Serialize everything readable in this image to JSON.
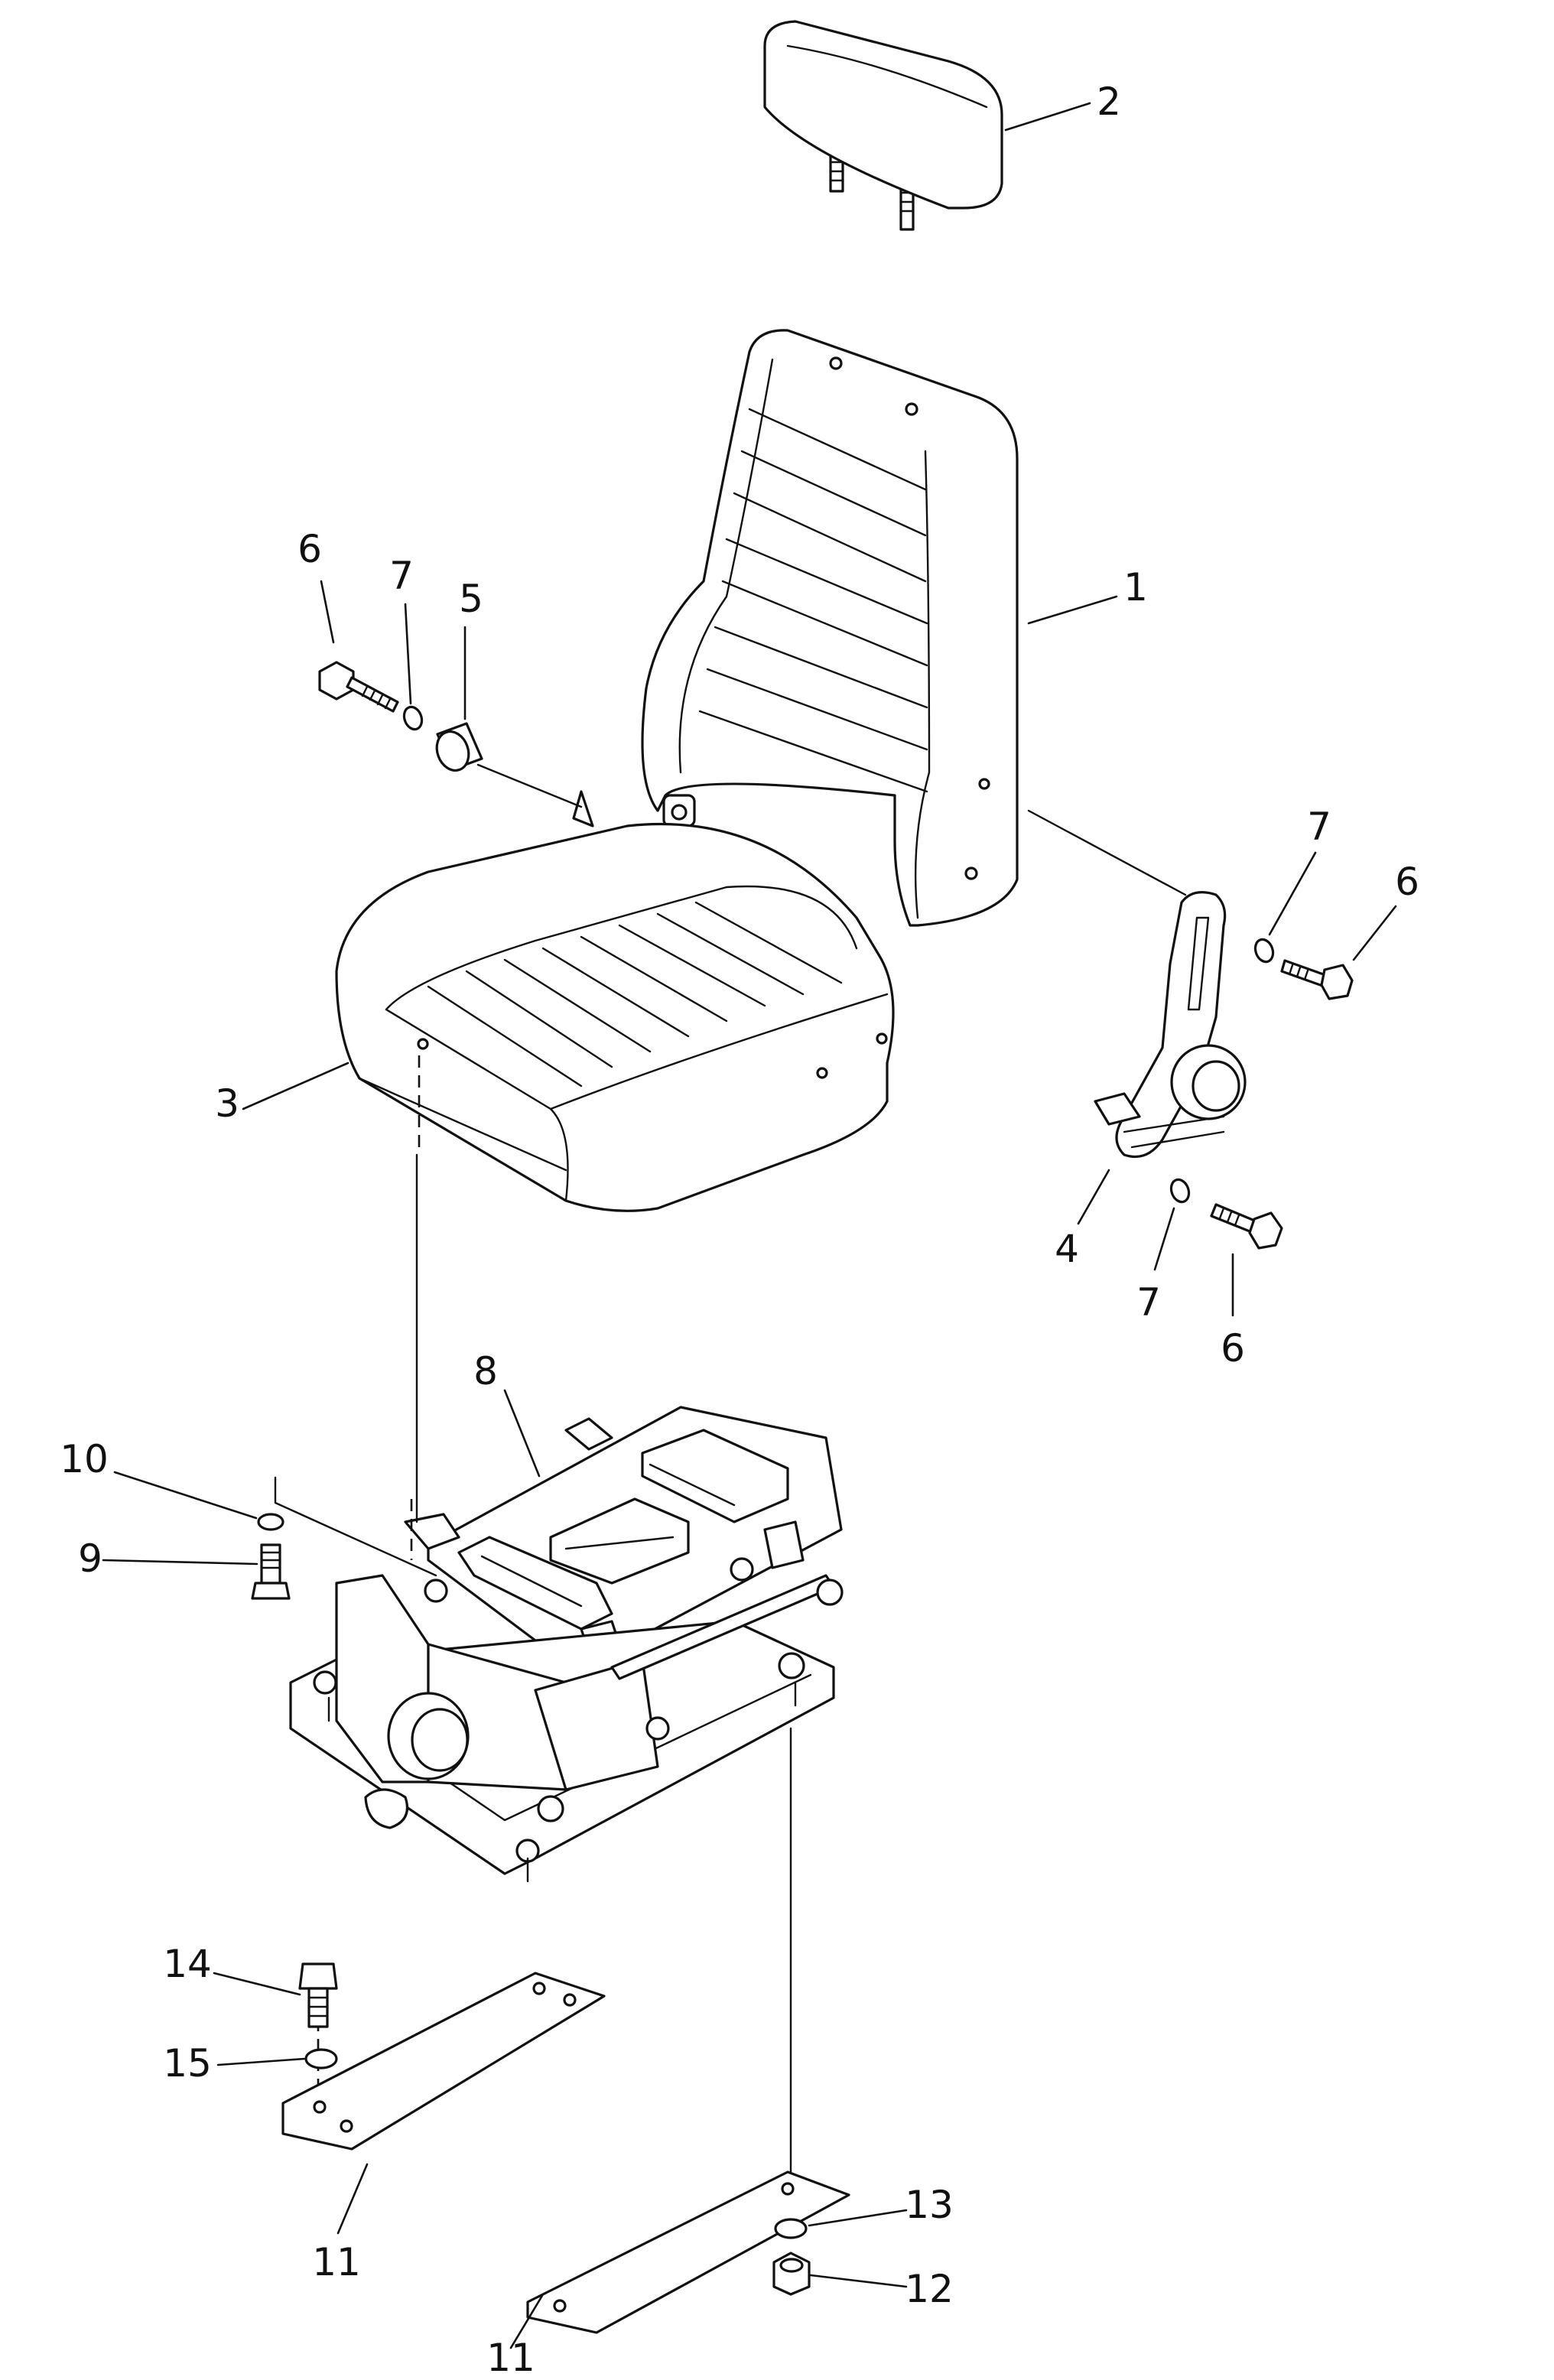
{
  "labels": {
    "headrest": "2",
    "backrest": "1",
    "bolt_upper_left": "6",
    "washer_upper_left": "7",
    "collar": "5",
    "seat_cushion": "3",
    "washer_upper_right": "7",
    "bolt_upper_right": "6",
    "recliner_bracket": "4",
    "washer_lower_right": "7",
    "bolt_lower_right": "6",
    "suspension": "8",
    "washer_suspension": "10",
    "bolt_suspension": "9",
    "bolt_plate": "14",
    "washer_plate": "15",
    "plate_left": "11",
    "plate_right": "11",
    "washer_nut": "13",
    "nut": "12"
  }
}
